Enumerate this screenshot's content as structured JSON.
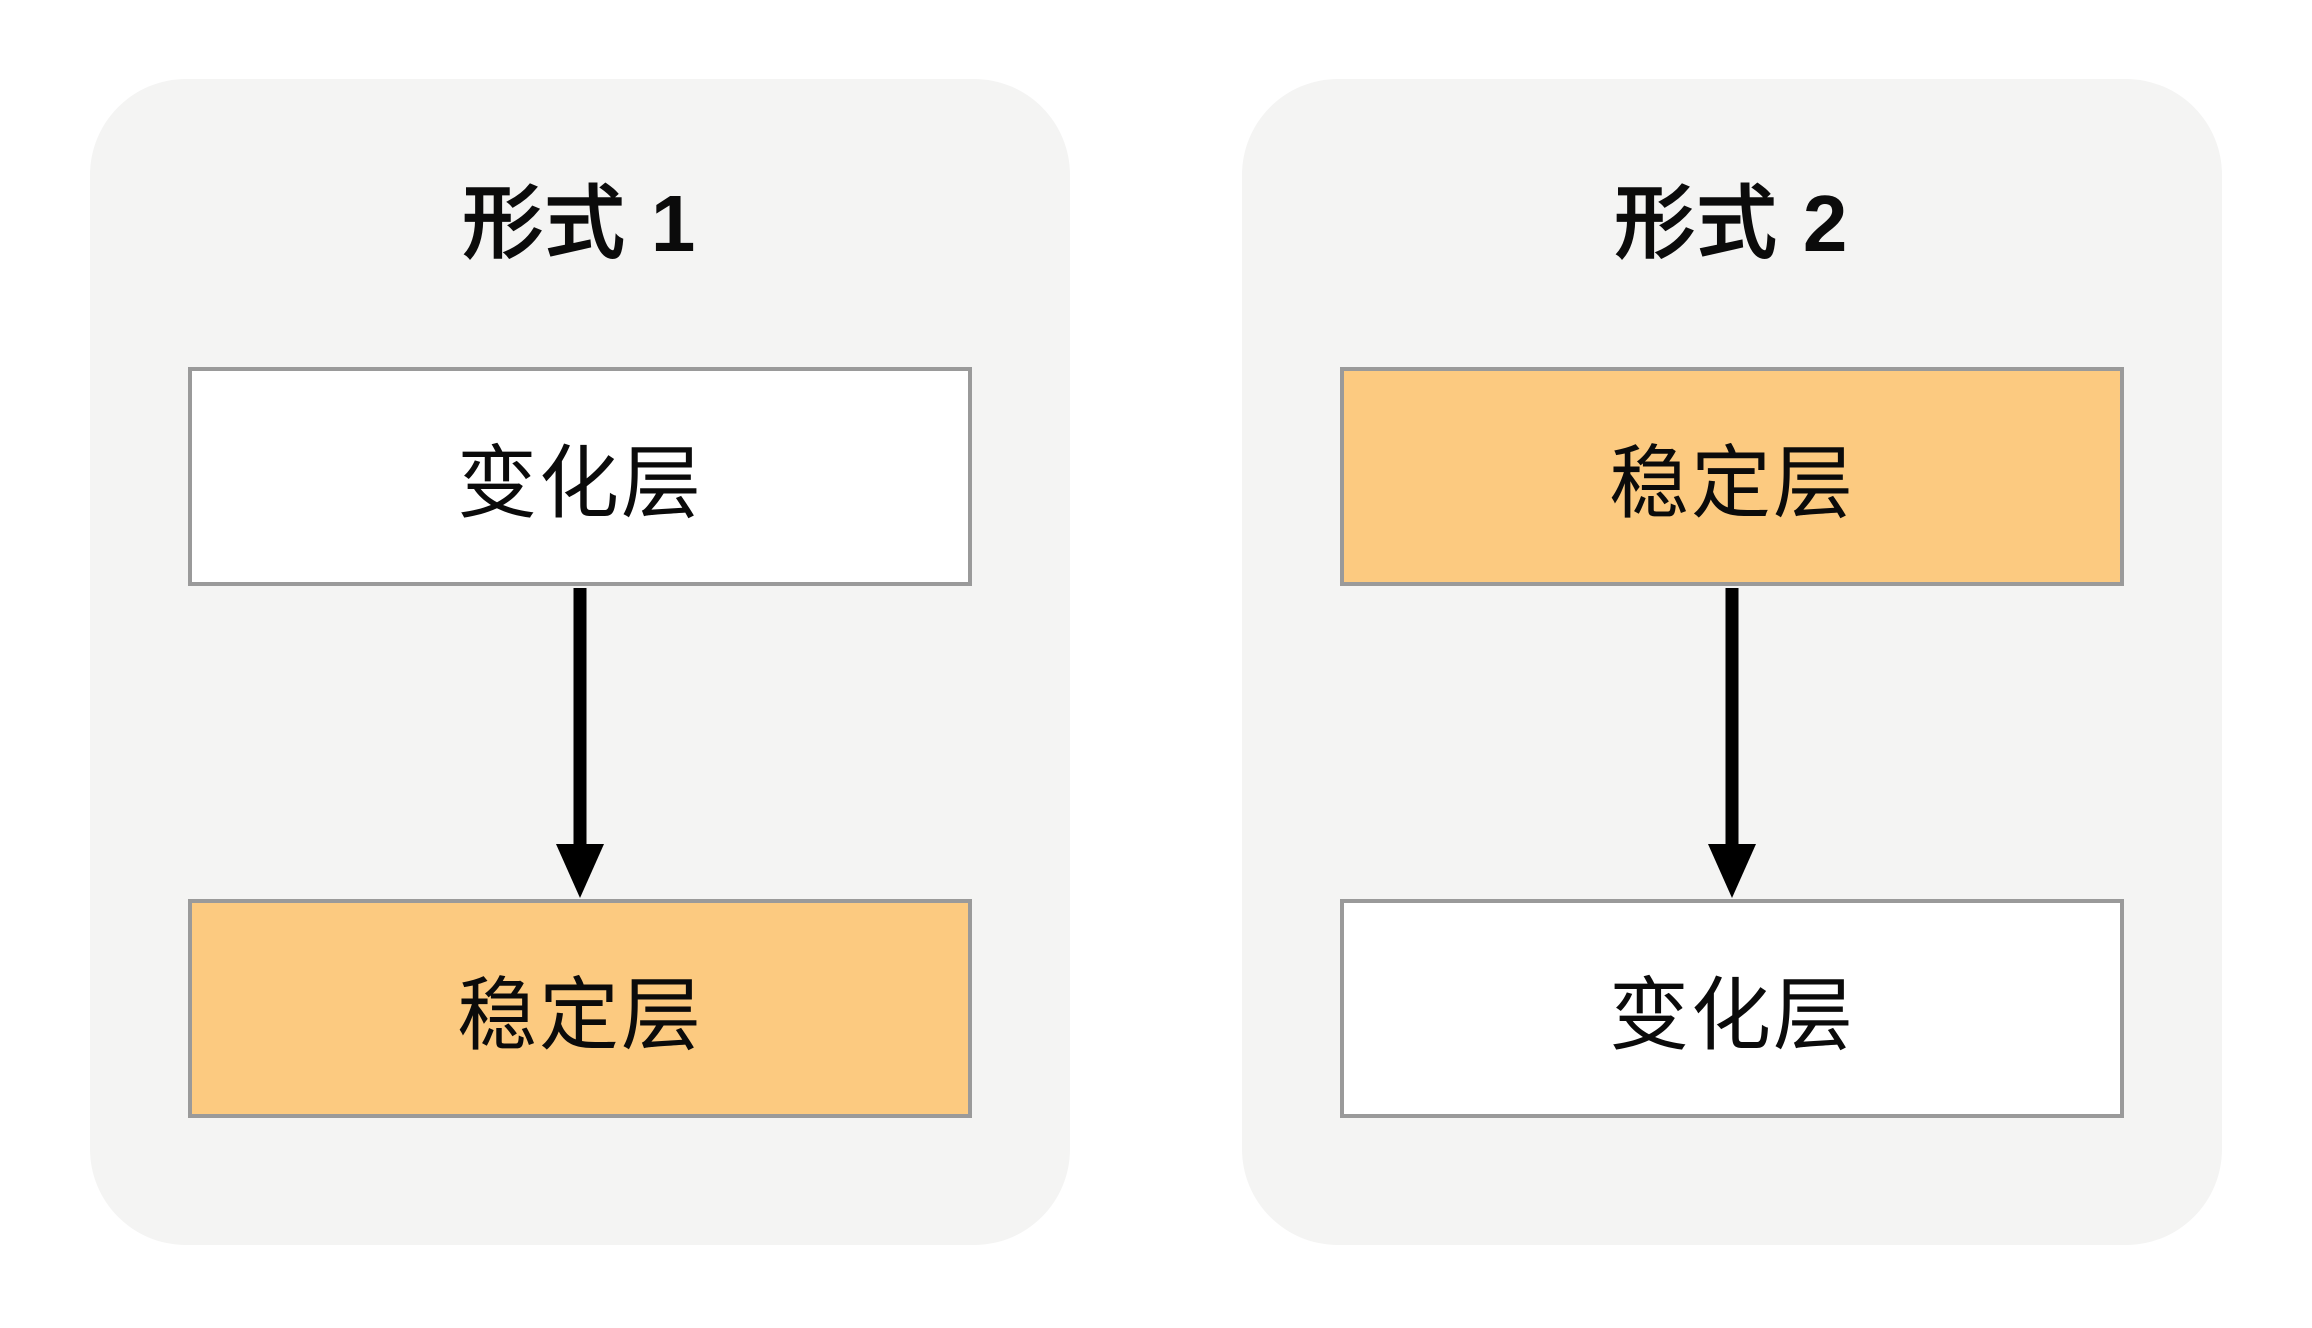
{
  "diagram": {
    "panels": [
      {
        "title": "形式 1",
        "boxes": [
          {
            "label": "变化层",
            "variant": "plain"
          },
          {
            "label": "稳定层",
            "variant": "highlight"
          }
        ],
        "connector": "down-arrow"
      },
      {
        "title": "形式 2",
        "boxes": [
          {
            "label": "稳定层",
            "variant": "highlight"
          },
          {
            "label": "变化层",
            "variant": "plain"
          }
        ],
        "connector": "down-arrow"
      }
    ],
    "colors": {
      "page_background": "#ffffff",
      "panel_background": "#f4f4f3",
      "box_border": "#9a9a9a",
      "highlight_fill": "#fcca80",
      "plain_fill": "#ffffff",
      "text": "#0b0b0b",
      "arrow": "#000000"
    }
  }
}
